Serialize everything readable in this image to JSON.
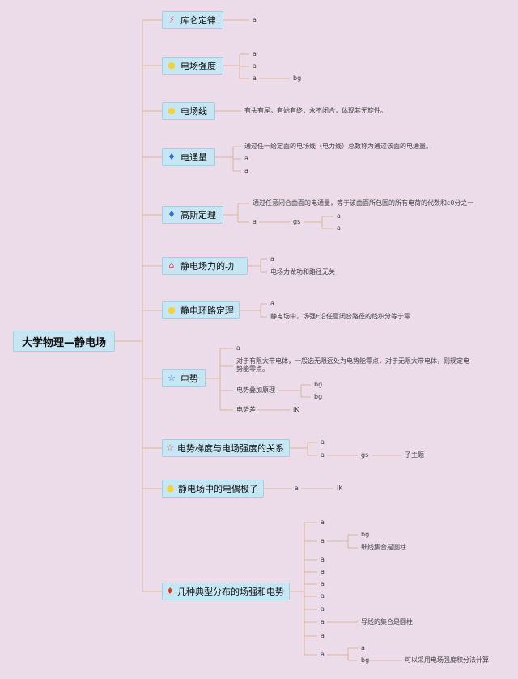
{
  "root": "大学物理—静电场",
  "topics": [
    {
      "label": "库仑定律",
      "icon": "wand-icon",
      "leaves": [
        "a"
      ]
    },
    {
      "label": "电场强度",
      "icon": "sun-icon",
      "leaves": [
        "a",
        "a",
        "a",
        "bg"
      ]
    },
    {
      "label": "电场线",
      "icon": "sun-icon",
      "leaves": [
        "有头有尾，有始有终，永不闭合，体现其无旋性。"
      ]
    },
    {
      "label": "电通量",
      "icon": "fire-icon",
      "leaves": [
        "通过任一给定面的电场线（电力线）总数称为通过该面的电通量。",
        "a",
        "a"
      ]
    },
    {
      "label": "高斯定理",
      "icon": "fire-icon",
      "leaves": [
        "通过任意闭合曲面的电通量，等于该曲面所包围的所有电荷的代数和ε0分之一",
        "a",
        "gs",
        "a",
        "a"
      ]
    },
    {
      "label": "静电场力的功",
      "icon": "home-icon",
      "leaves": [
        "a",
        "电场力做功和路径无关"
      ]
    },
    {
      "label": "静电环路定理",
      "icon": "sun-icon",
      "leaves": [
        "a",
        "静电场中，场强E沿任意闭合路径的线积分等于零"
      ]
    },
    {
      "label": "电势",
      "icon": "star-icon",
      "leaves": [
        "a",
        "对于有限大带电体，一般选无限远处为电势能零点，对于无限大带电体，则规定电势能零点。",
        "电势叠加原理",
        "bg",
        "bg",
        "电势差",
        "iK"
      ]
    },
    {
      "label": "电势梯度与电场强度的关系",
      "icon": "star-icon",
      "leaves": [
        "a",
        "a",
        "gs",
        "子主题"
      ]
    },
    {
      "label": "静电场中的电偶极子",
      "icon": "sun-icon",
      "leaves": [
        "a",
        "iK"
      ]
    },
    {
      "label": "几种典型分布的场强和电势",
      "icon": "fire-icon",
      "leaves": [
        "a",
        "a",
        "bg",
        "细线集合是圆柱",
        "a",
        "a",
        "a",
        "a",
        "a",
        "a",
        "导线的集合是圆柱",
        "a",
        "a",
        "a",
        "bg",
        "可以采用电场强度积分法计算"
      ]
    }
  ]
}
